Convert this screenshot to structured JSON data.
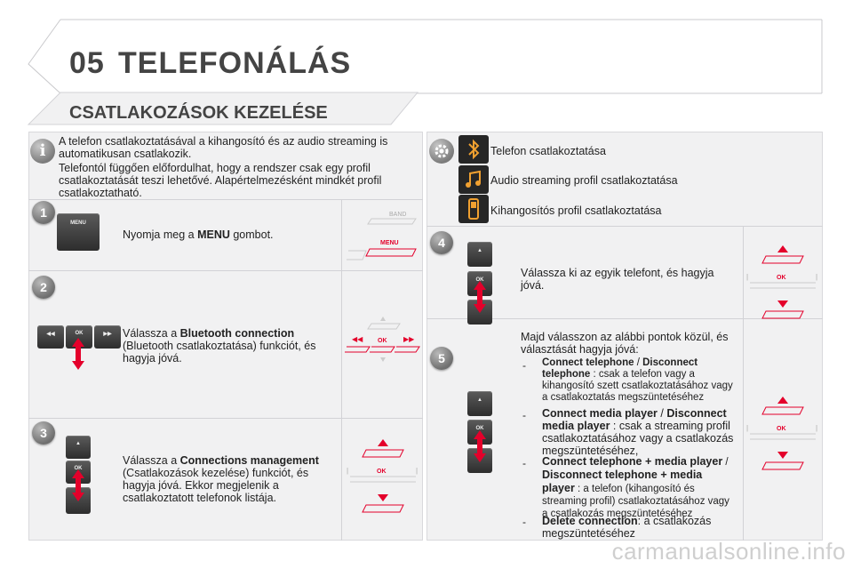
{
  "header": {
    "chapter_number": "05",
    "chapter_title": "TELEFONÁLÁS"
  },
  "section": {
    "title": "CSATLAKOZÁSOK KEZELÉSE"
  },
  "intro": {
    "line1": "A telefon csatlakoztatásával a kihangosító és az audio streaming is automatikusan csatlakozik.",
    "line2": "Telefontól függően előfordulhat, hogy a rendszer csak egy profil csatlakoztatását teszi lehetővé. Alapértelmezésként mindkét profil csatlakoztatható."
  },
  "steps": [
    {
      "num": "1",
      "text_before": "Nyomja meg a ",
      "bold": "MENU",
      "text_after": " gombot.",
      "key_label": "MENU",
      "diagram_labels": [
        "BAND",
        "MENU"
      ]
    },
    {
      "num": "2",
      "text_before": "Válassza a ",
      "bold": "Bluetooth connection",
      "text_after": " (Bluetooth csatlakoztatása) funkciót, és hagyja jóvá.",
      "key_labels": [
        "◀◀",
        "OK",
        "▶▶"
      ]
    },
    {
      "num": "3",
      "text_before": "Válassza a ",
      "bold": "Connections management",
      "text_after": " (Csatlakozások kezelése) funkciót, és hagyja jóvá. Ekkor megjelenik a csatlakoztatott telefonok listája.",
      "key_labels": [
        "▲",
        "OK",
        "▼"
      ]
    },
    {
      "num": "4",
      "text": "Válassza ki az egyik telefont, és hagyja jóvá.",
      "key_labels": [
        "▲",
        "OK",
        "▼"
      ]
    },
    {
      "num": "5",
      "intro": "Majd válasszon az alábbi pontok közül, és választását hagyja jóvá:",
      "key_labels": [
        "▲",
        "OK",
        "▼"
      ]
    }
  ],
  "profiles": [
    {
      "icon": "bluetooth-icon",
      "label": "Telefon csatlakoztatása"
    },
    {
      "icon": "music-note-icon",
      "label": "Audio streaming profil csatlakoztatása"
    },
    {
      "icon": "handset-icon",
      "label": "Kihangosítós profil csatlakoztatása"
    }
  ],
  "options": [
    {
      "b1": "Connect telephone",
      "sep": " / ",
      "b2": "Disconnect telephone",
      "desc": " : csak a telefon vagy a kihangosító szett csatlakoztatásához vagy a csatlakoztatás megszüntetéséhez"
    },
    {
      "b1": "Connect media player",
      "sep": " / ",
      "b2": "Disconnect media player",
      "desc": " : csak a streaming profil csatlakoztatásához vagy a csatlakozás megszüntetéséhez,"
    },
    {
      "b1": "Connect telephone + media player",
      "sep": " / ",
      "b2": "Disconnect telephone + media player",
      "desc": " : a telefon (kihangosító és streaming profil) csatlakoztatásához vagy a csatlakozás megszüntetéséhez"
    },
    {
      "b1": "Delete connection",
      "sep": "",
      "b2": "",
      "desc": ": a csatlakozás megszüntetéséhez"
    }
  ],
  "diagram": {
    "ok_label": "OK"
  },
  "watermark": "carmanualsonline.info",
  "colors": {
    "panel_bg": "#f1f1f2",
    "accent_red": "#e4002b",
    "key_dark": "#2d2d2d"
  }
}
